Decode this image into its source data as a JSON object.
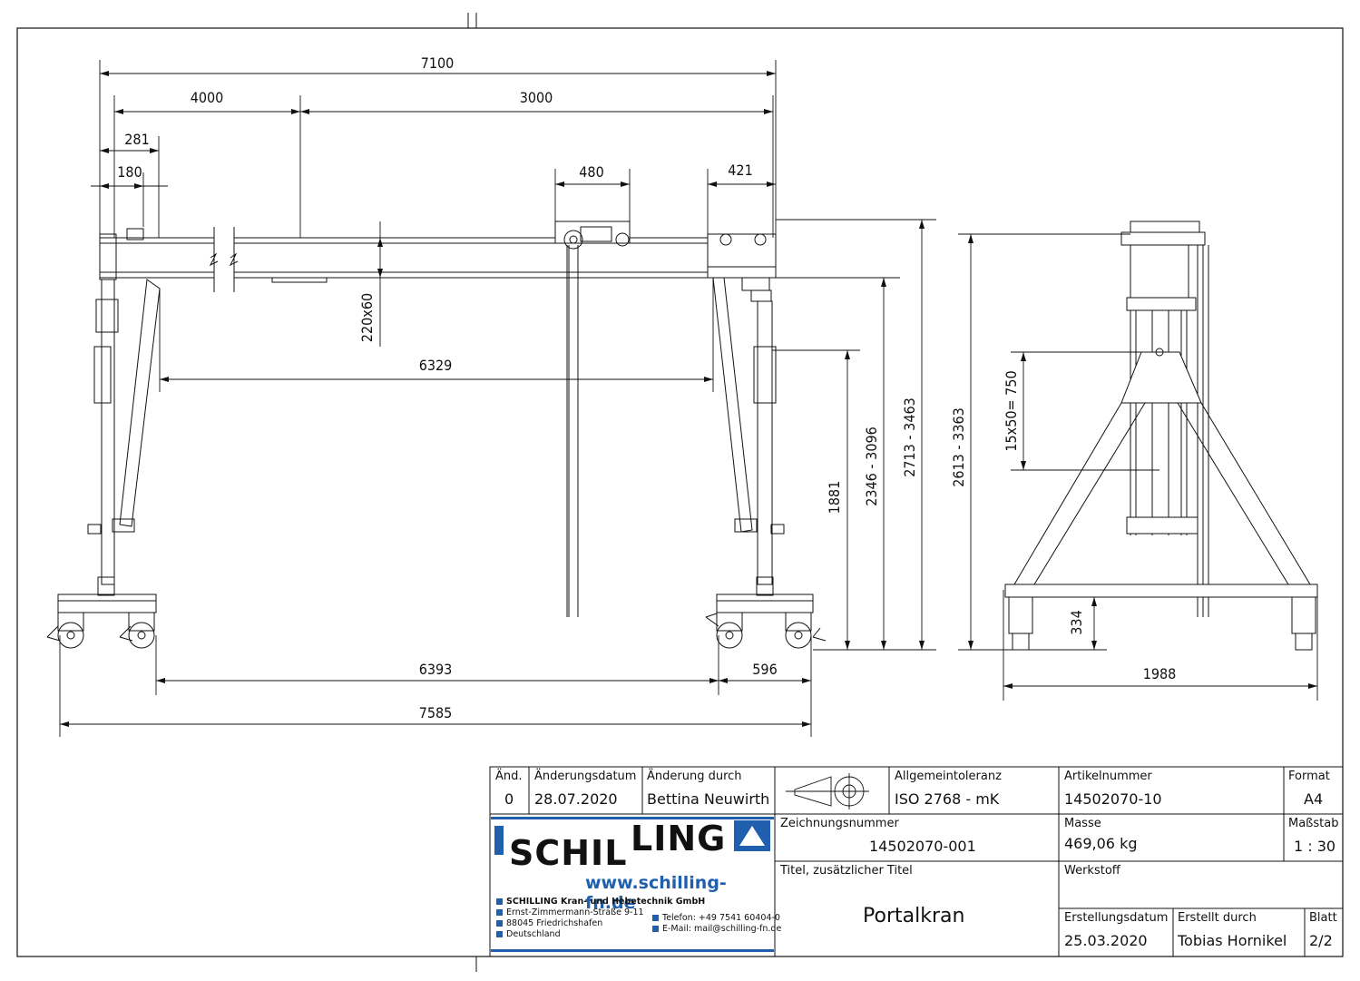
{
  "dimensions": {
    "d7100": "7100",
    "d4000": "4000",
    "d3000": "3000",
    "d281": "281",
    "d180": "180",
    "d480": "480",
    "d421": "421",
    "d220x60": "220x60",
    "d6329": "6329",
    "d1881": "1881",
    "d2346": "2346 - 3096",
    "d2713": "2713 - 3463",
    "d2613": "2613 - 3363",
    "d15x50": "15x50= 750",
    "d334": "334",
    "d1988": "1988",
    "d6393": "6393",
    "d596": "596",
    "d7585": "7585"
  },
  "title_block": {
    "rev_label": "Änd.",
    "rev_value": "0",
    "change_date_label": "Änderungsdatum",
    "change_date_value": "28.07.2020",
    "changed_by_label": "Änderung durch",
    "changed_by_value": "Bettina Neuwirth",
    "tolerance_label": "Allgemeintoleranz",
    "tolerance_value": "ISO 2768 - mK",
    "article_label": "Artikelnummer",
    "article_value": "14502070-10",
    "format_label": "Format",
    "format_value": "A4",
    "drawing_no_label": "Zeichnungsnummer",
    "drawing_no_value": "14502070-001",
    "mass_label": "Masse",
    "mass_value": "469,06 kg",
    "scale_label": "Maßstab",
    "scale_value": "1 : 30",
    "title_label": "Titel, zusätzlicher Titel",
    "title_value": "Portalkran",
    "material_label": "Werkstoff",
    "created_date_label": "Erstellungsdatum",
    "created_date_value": "25.03.2020",
    "created_by_label": "Erstellt durch",
    "created_by_value": "Tobias Hornikel",
    "sheet_label": "Blatt",
    "sheet_value": "2/2"
  },
  "company": {
    "logo_left": "SCHIL",
    "logo_right": "LING",
    "url": "www.schilling-fn.de",
    "name": "SCHILLING Kran- und Hebetechnik GmbH",
    "street": "Ernst-Zimmermann-Straße 9-11",
    "city": "88045 Friedrichshafen",
    "country": "Deutschland",
    "phone": "Telefon: +49 7541 60404-0",
    "email": "E-Mail: mail@schilling-fn.de",
    "brand_color": "#1f5fae"
  }
}
